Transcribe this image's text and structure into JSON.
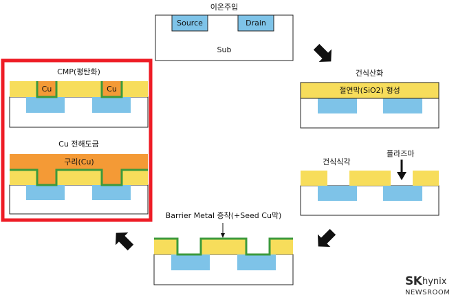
{
  "steps": {
    "ion_implant": {
      "title": "이온주입",
      "source": "Source",
      "drain": "Drain",
      "sub": "Sub"
    },
    "dry_oxidation": {
      "title": "건식산화",
      "layer": "절연막(SiO2) 형성"
    },
    "dry_etch": {
      "title": "건식식각",
      "plasma": "플라즈마"
    },
    "barrier_metal": {
      "title": "Barrier Metal 증착(+Seed Cu막)"
    },
    "electroplating": {
      "title": "Cu 전해도금",
      "layer": "구리(Cu)"
    },
    "cmp": {
      "title": "CMP(평탄화)",
      "cu_left": "Cu",
      "cu_right": "Cu"
    }
  },
  "colors": {
    "well_blue": "#7ec3e8",
    "oxide_yellow": "#f7dd5b",
    "barrier_green": "#3c9a3c",
    "copper_orange": "#f49a36",
    "highlight_red": "#ee1c25",
    "arrow_black": "#111111"
  },
  "logo": {
    "brand": "SK",
    "name": "hynix",
    "sub": "NEWSROOM"
  }
}
